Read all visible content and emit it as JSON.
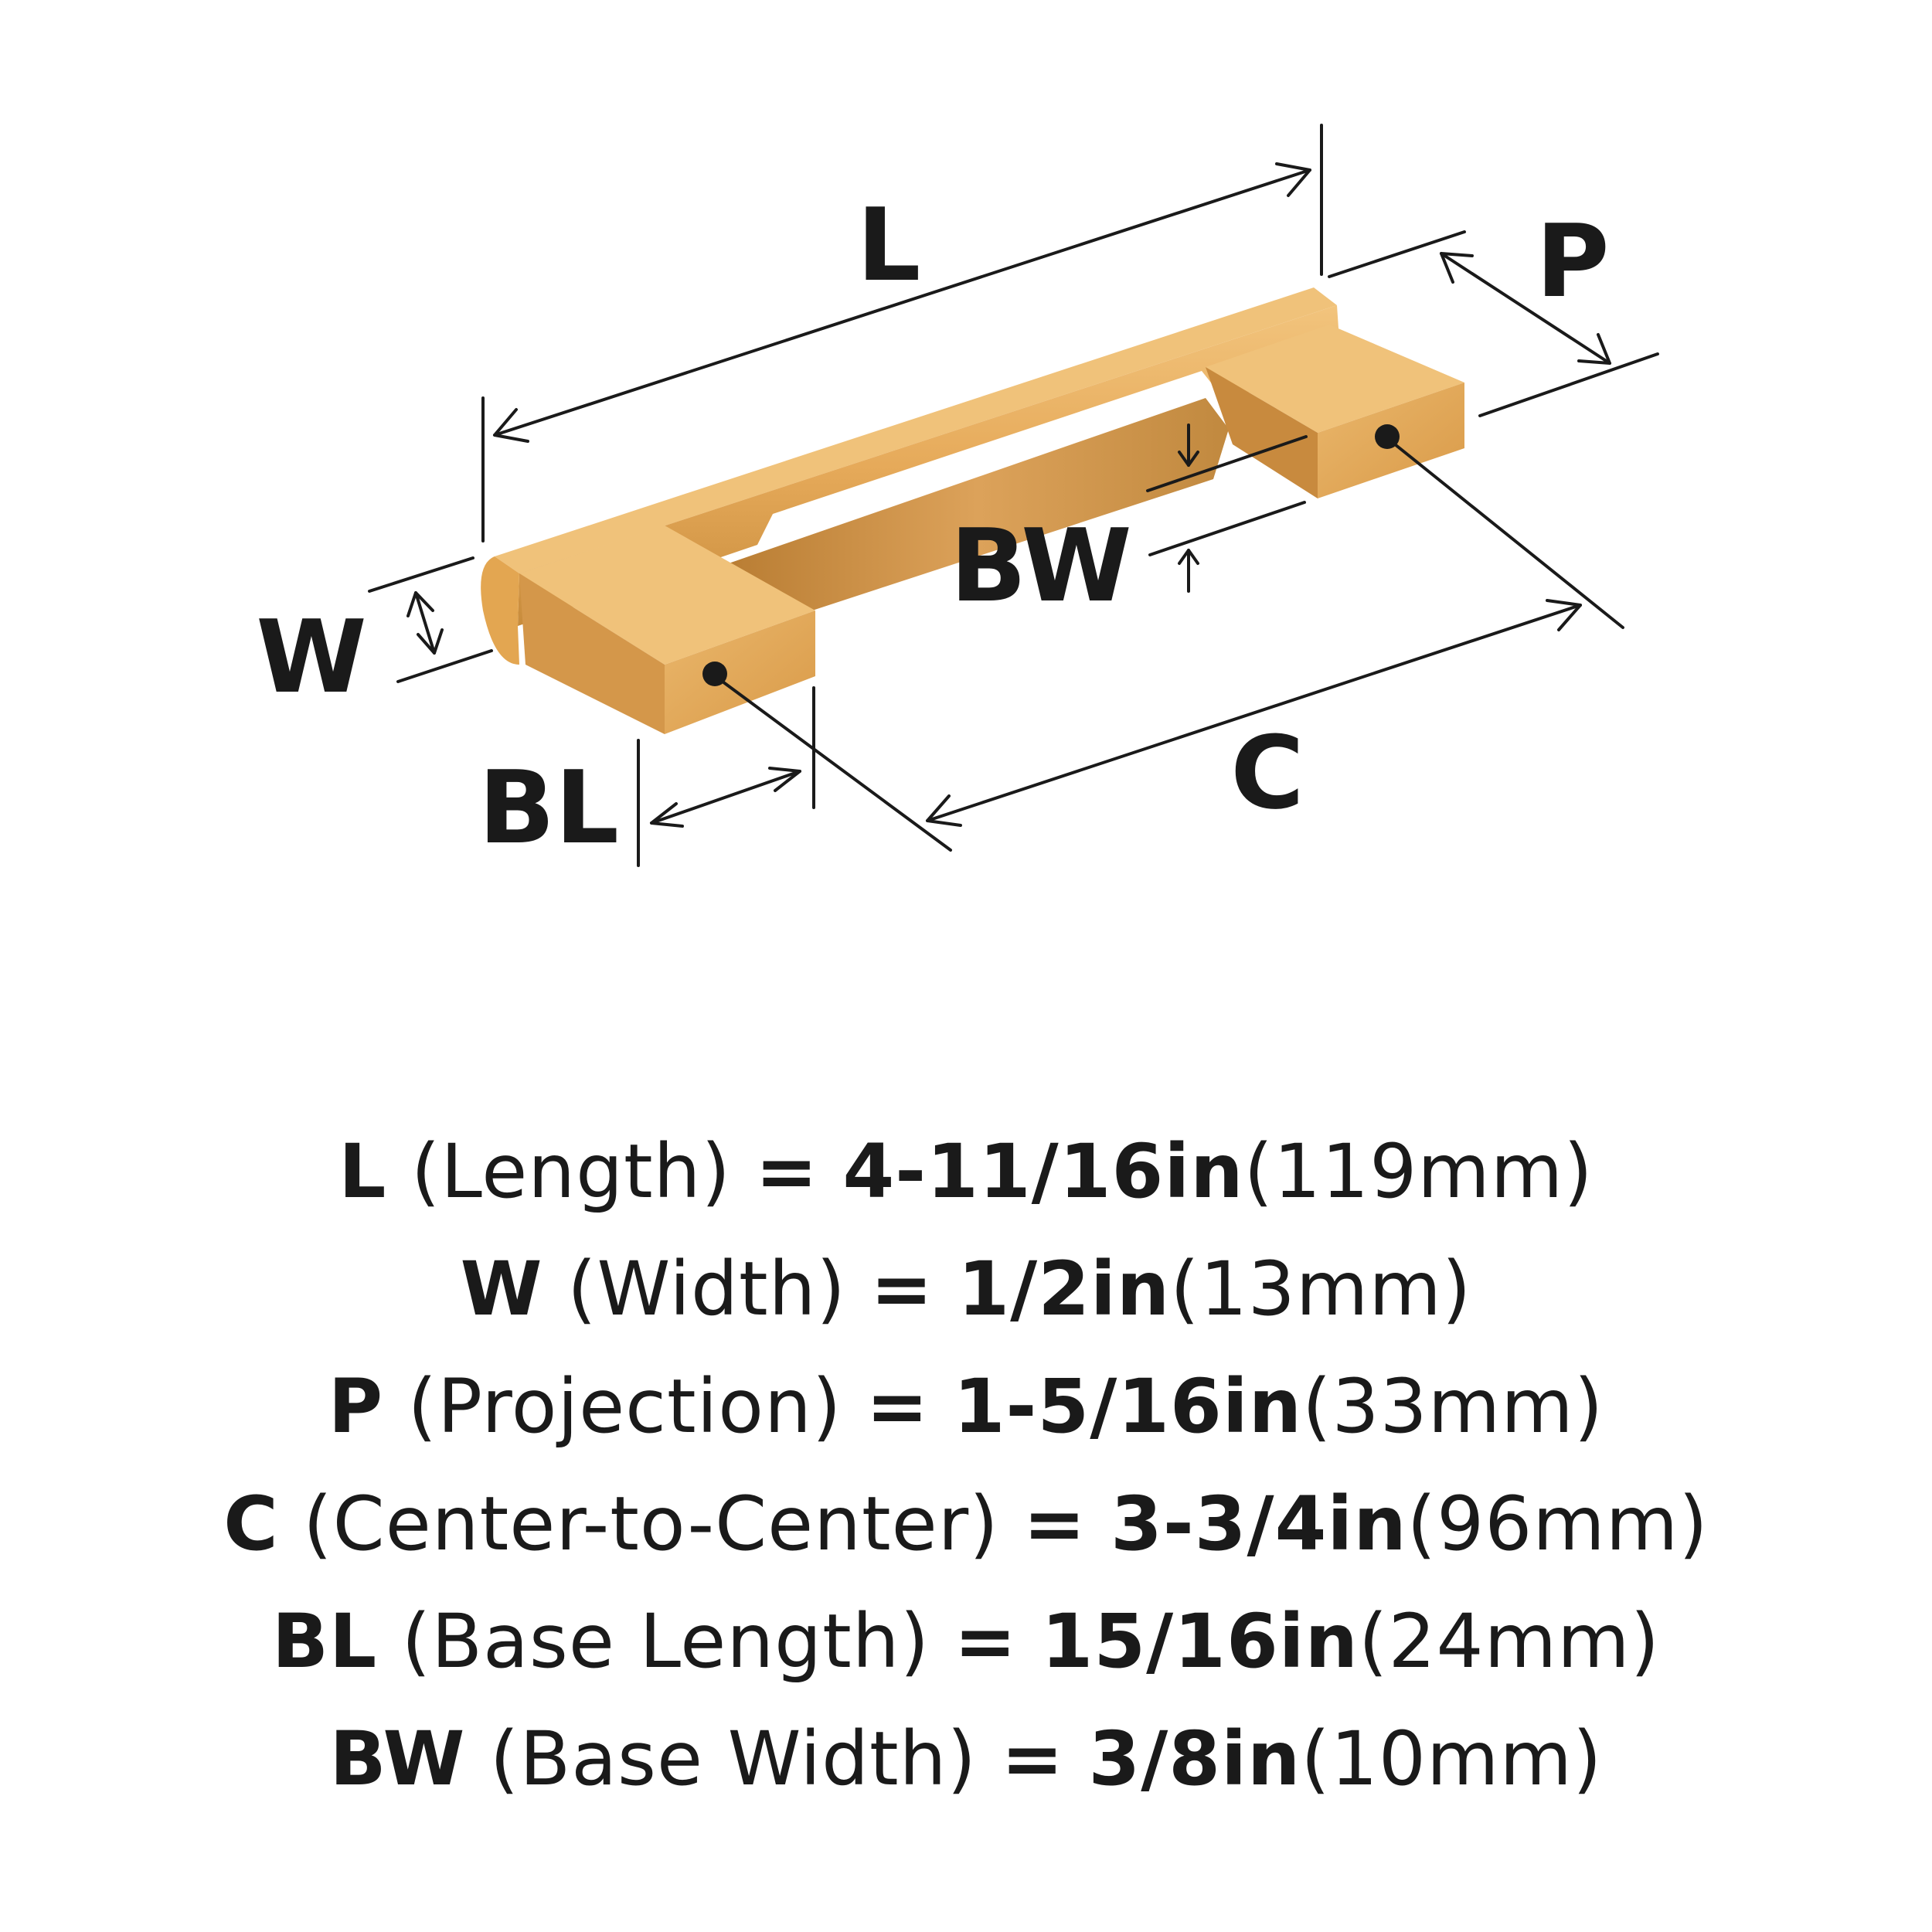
{
  "diagram": {
    "product_color": "#e6aa5a",
    "line_color": "#1a1a1a",
    "labels": {
      "L": "L",
      "P": "P",
      "W": "W",
      "BW": "BW",
      "BL": "BL",
      "C": "C"
    }
  },
  "specs": [
    {
      "code": "L",
      "name": "(Length)",
      "eq": "=",
      "inch": "4-11/16in",
      "mm": "(119mm)"
    },
    {
      "code": "W",
      "name": "(Width)",
      "eq": "=",
      "inch": "1/2in",
      "mm": "(13mm)"
    },
    {
      "code": "P",
      "name": "(Projection)",
      "eq": "=",
      "inch": "1-5/16in",
      "mm": "(33mm)"
    },
    {
      "code": "C",
      "name": "(Center-to-Center)",
      "eq": "=",
      "inch": "3-3/4in",
      "mm": "(96mm)"
    },
    {
      "code": "BL",
      "name": "(Base Length)",
      "eq": "=",
      "inch": "15/16in",
      "mm": "(24mm)"
    },
    {
      "code": "BW",
      "name": "(Base Width)",
      "eq": "=",
      "inch": "3/8in",
      "mm": "(10mm)"
    }
  ]
}
